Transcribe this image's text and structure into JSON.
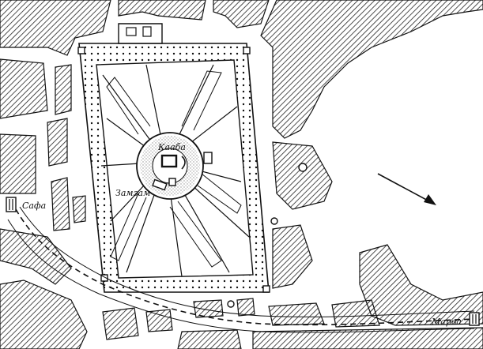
{
  "map": {
    "labels": {
      "kaaba": "Кааба",
      "zamzam": "Замзам",
      "safa": "Сафа",
      "marwa": "Марва"
    },
    "colors": {
      "ink": "#111111",
      "paper": "#ffffff",
      "hatch": "#222222"
    },
    "legend": {
      "north_arrow": "arrow-icon"
    }
  }
}
